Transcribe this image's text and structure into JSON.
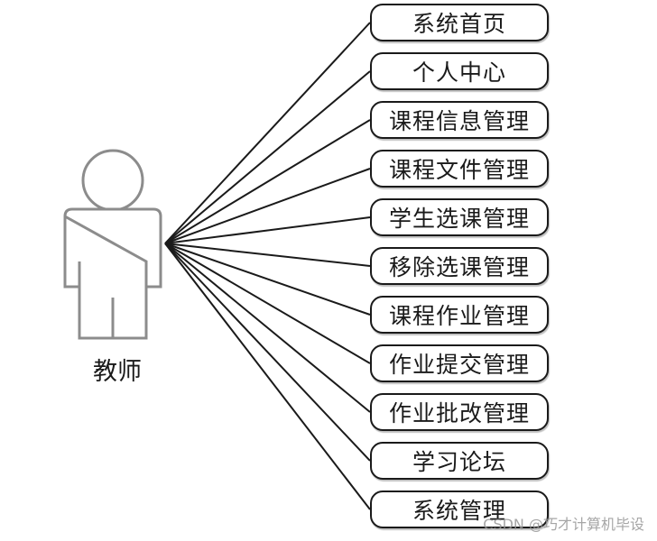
{
  "actor": {
    "label": "教师"
  },
  "use_cases": [
    {
      "label": "系统首页"
    },
    {
      "label": "个人中心"
    },
    {
      "label": "课程信息管理"
    },
    {
      "label": "课程文件管理"
    },
    {
      "label": "学生选课管理"
    },
    {
      "label": "移除选课管理"
    },
    {
      "label": "课程作业管理"
    },
    {
      "label": "作业提交管理"
    },
    {
      "label": "作业批改管理"
    },
    {
      "label": "学习论坛"
    },
    {
      "label": "系统管理"
    }
  ],
  "watermark": "CSDN @巧才计算机毕设",
  "colors": {
    "stroke": "#1a1a1a",
    "actor_outline": "#8c8c8c",
    "background": "#ffffff"
  }
}
